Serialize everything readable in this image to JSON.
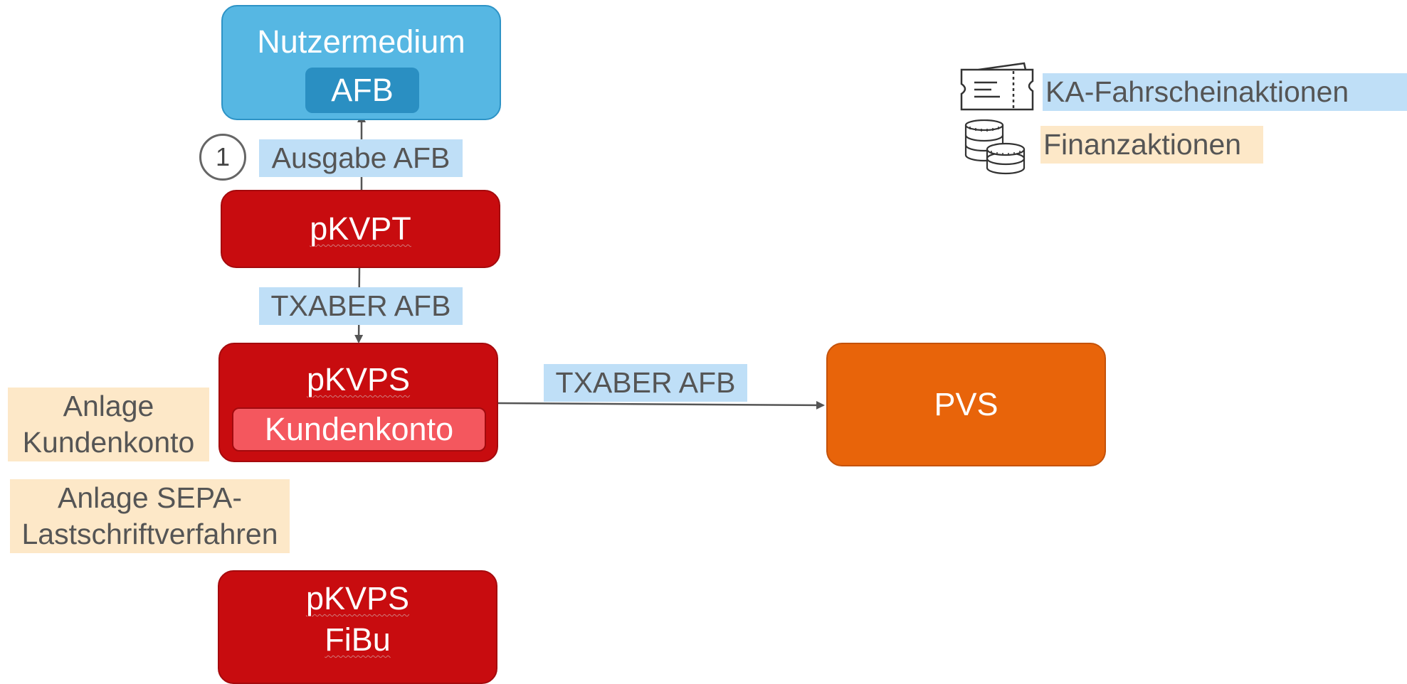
{
  "boxes": {
    "nutzermedium": {
      "title": "Nutzermedium",
      "inner": "AFB"
    },
    "pkvpt": {
      "title": "pKVPT"
    },
    "pkvps_konto": {
      "title": "pKVPS",
      "inner": "Kundenkonto"
    },
    "pkvps_fibu": {
      "line1": "pKVPS",
      "line2": "FiBu"
    },
    "pvs": {
      "title": "PVS"
    }
  },
  "connectors": {
    "ausgabe": {
      "step": "1",
      "label": "Ausgabe AFB"
    },
    "txaber_down": {
      "label": "TXABER AFB"
    },
    "txaber_right": {
      "label": "TXABER AFB"
    }
  },
  "notes": {
    "anlage_kundenkonto": {
      "line1": "Anlage",
      "line2": "Kundenkonto"
    },
    "anlage_sepa": {
      "line1": "Anlage SEPA-",
      "line2": "Lastschriftverfahren"
    }
  },
  "legend": {
    "ticket": {
      "icon": "ticket-icon",
      "label": "KA-Fahrscheinaktionen",
      "color": "#bfdff7"
    },
    "finance": {
      "icon": "coins-icon",
      "label": "Finanzaktionen",
      "color": "#fde8c8"
    }
  },
  "colors": {
    "red_box": "#c80c0f",
    "blue_box": "#56b7e3",
    "orange_box": "#e8640a",
    "label_blue": "#bfdff7",
    "label_cream": "#fde8c8"
  }
}
